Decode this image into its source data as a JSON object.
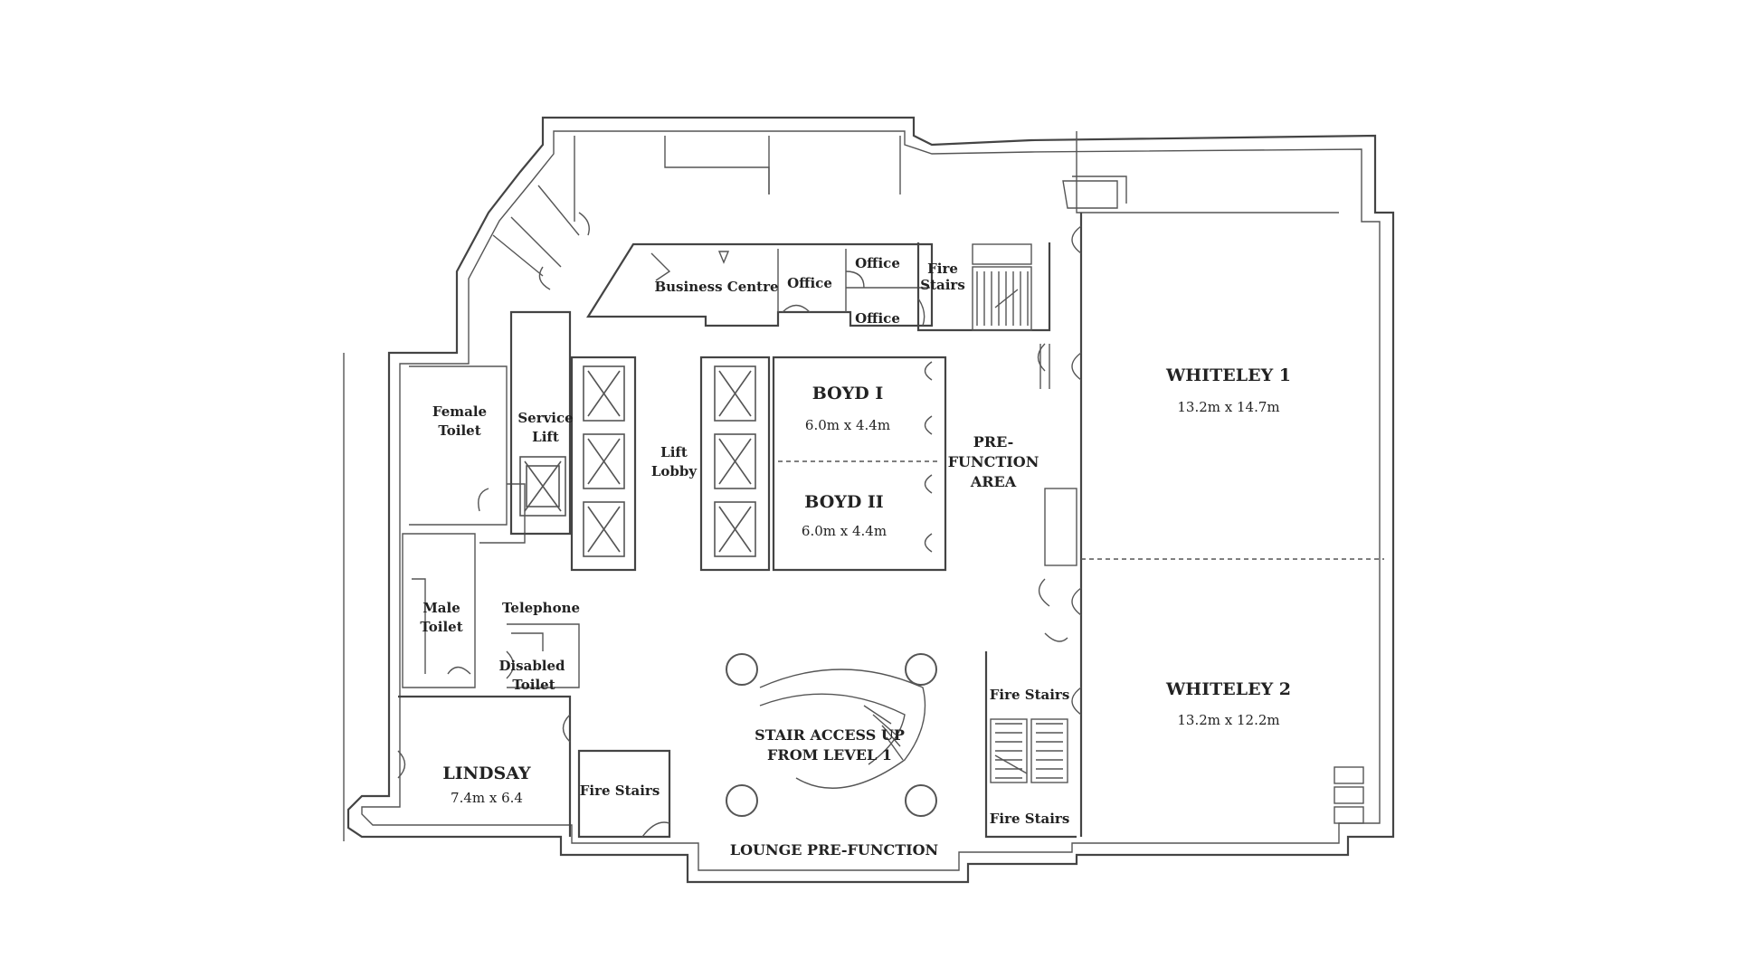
{
  "rooms": {
    "business_centre": "Business Centre",
    "office_1": "Office",
    "office_2": "Office",
    "office_3": "Office",
    "fire_stairs_top": [
      "Fire",
      "Stairs"
    ],
    "female_toilet": [
      "Female",
      "Toilet"
    ],
    "service_lift": [
      "Service",
      "Lift"
    ],
    "lift_lobby": [
      "Lift",
      "Lobby"
    ],
    "boyd_1": {
      "name": "BOYD I",
      "dimensions": "6.0m x 4.4m"
    },
    "boyd_2": {
      "name": "BOYD II",
      "dimensions": "6.0m x 4.4m"
    },
    "pre_function_area": [
      "PRE-",
      "FUNCTION",
      "AREA"
    ],
    "whiteley_1": {
      "name": "WHITELEY 1",
      "dimensions": "13.2m x 14.7m"
    },
    "whiteley_2": {
      "name": "WHITELEY 2",
      "dimensions": "13.2m x 12.2m"
    },
    "male_toilet": [
      "Male",
      "Toilet"
    ],
    "telephone": "Telephone",
    "disabled_toilet": [
      "Disabled",
      "Toilet"
    ],
    "stair_access": [
      "STAIR ACCESS UP",
      "FROM LEVEL 1"
    ],
    "fire_stairs_right_top": "Fire Stairs",
    "fire_stairs_right_bottom": "Fire Stairs",
    "lindsay": {
      "name": "LINDSAY",
      "dimensions": "7.4m x 6.4"
    },
    "fire_stairs_bottom": "Fire Stairs",
    "lounge_pre_function": "LOUNGE PRE-FUNCTION"
  }
}
